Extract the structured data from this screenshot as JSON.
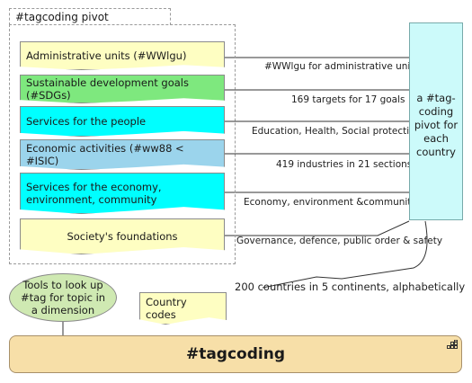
{
  "package": {
    "title": "#tagcoding pivot"
  },
  "dimensions": [
    {
      "label": "Administrative units (#WWlgu)",
      "color": "#fefec2",
      "connector_label": "#WWlgu for administrative units"
    },
    {
      "label": "Sustainable development goals (#SDGs)",
      "color": "#7ee87e",
      "connector_label": "169 targets for 17 goals"
    },
    {
      "label": "Services for the people",
      "color": "#00ffff",
      "connector_label": "Education, Health, Social protection"
    },
    {
      "label": "Economic activities (#ww88 < #ISIC)",
      "color": "#9bd4ec",
      "connector_label": "419 industries in 21 sections"
    },
    {
      "label": "Services for the economy, environment, community",
      "color": "#00ffff",
      "connector_label": "Economy, environment &community"
    },
    {
      "label": "Society's foundations",
      "color": "#fefec2",
      "connector_label": "Governance, defence, public order & safety"
    }
  ],
  "pivot": {
    "label": "a #tag-coding pivot for each country",
    "color": "#ccfafa"
  },
  "countries_label": "200 countries in 5 continents, alphabetically",
  "tools": {
    "label": "Tools to look up #tag for topic in a dimension",
    "color": "#cfe9b2"
  },
  "country_codes": {
    "label": "Country codes",
    "color": "#fefec2"
  },
  "base": {
    "label": "#tagcoding",
    "color": "#f7dfa8"
  }
}
